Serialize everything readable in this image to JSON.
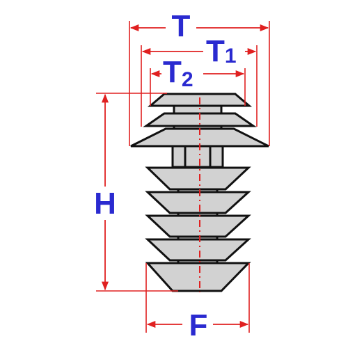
{
  "colors": {
    "part_fill": "#d2d2d2",
    "part_stroke": "#111111",
    "dimension": "#e02020",
    "label": "#2a2ad0",
    "background": "#ffffff"
  },
  "labels": {
    "T": "T",
    "T1_main": "T",
    "T1_sub": "1",
    "T2_main": "T",
    "T2_sub": "2",
    "H": "H",
    "F": "F"
  }
}
